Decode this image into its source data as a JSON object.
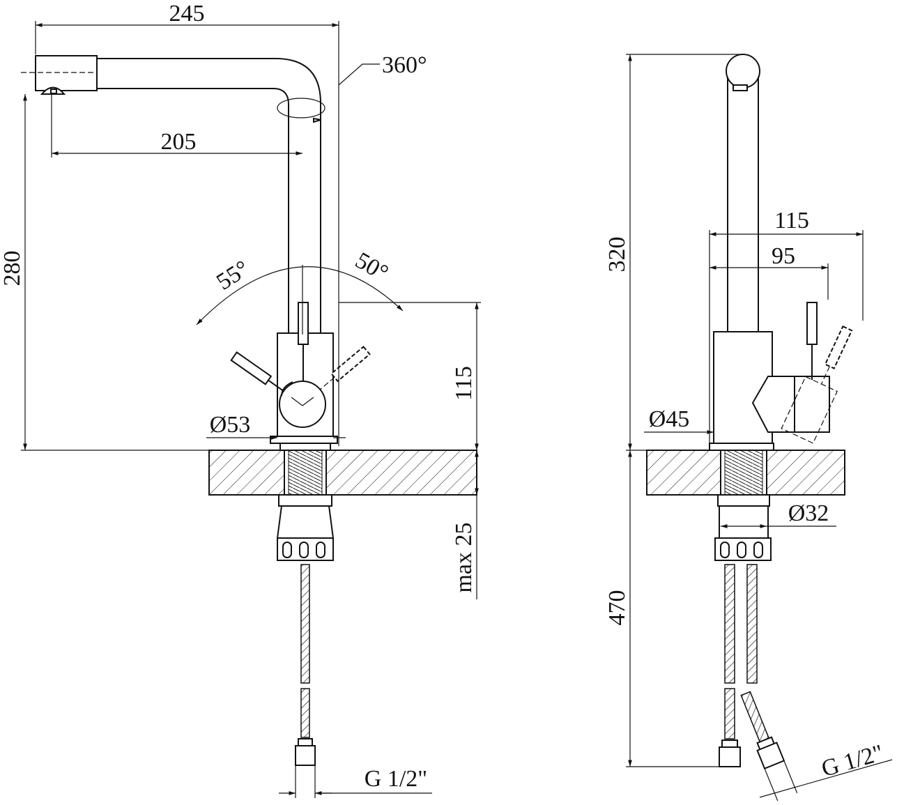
{
  "front_view": {
    "dim_spout_length": "245",
    "dim_spout_reach": "205",
    "dim_height": "280",
    "dim_rotation": "360°",
    "dim_lever_left": "55°",
    "dim_lever_right": "50°",
    "dim_body_height": "115",
    "dim_base_diameter": "Ø53",
    "dim_max_thickness": "max 25",
    "dim_thread": "G 1/2\""
  },
  "side_view": {
    "dim_height": "320",
    "dim_lever_depth": "115",
    "dim_handle_depth": "95",
    "dim_base_diameter": "Ø45",
    "dim_shank_diameter": "Ø32",
    "dim_hose_length": "470",
    "dim_thread": "G 1/2\""
  }
}
